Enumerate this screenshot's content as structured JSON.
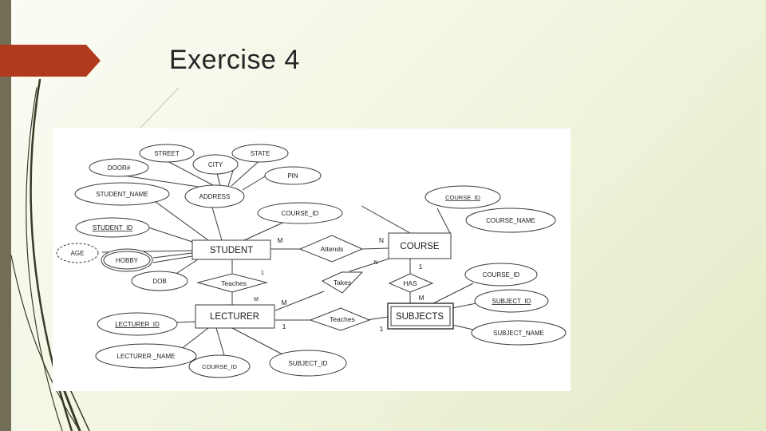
{
  "slide": {
    "title": "Exercise 4",
    "colors": {
      "sidebar": "#726e55",
      "arrow": "#b03a1e",
      "background": "#eef3dc"
    }
  },
  "diagram": {
    "entities": {
      "student": "STUDENT",
      "course": "COURSE",
      "lecturer": "LECTURER",
      "subjects": "SUBJECTS"
    },
    "relationships": {
      "attends": "Attends",
      "teaches_student": "Teaches",
      "takes": "Takes",
      "has": "HAS",
      "teaches_subjects": "Teaches"
    },
    "attributes": {
      "street": "STREET",
      "state": "STATE",
      "door": "DOOR#",
      "city": "CITY",
      "pin": "PIN",
      "student_name": "STUDENT_NAME",
      "address": "ADDRESS",
      "course_id_student": "COURSE_ID",
      "student_id": "STUDENT_ID",
      "age": "AGE",
      "hobby": "HOBBY",
      "dob": "DOB",
      "course_id_course": "COURSE_ID",
      "course_name": "COURSE_NAME",
      "course_id_subjects": "COURSE_ID",
      "subject_id_subjects": "SUBJECT_ID",
      "subject_name": "SUBJECT_NAME",
      "lecturer_id": "LECTURER_ID",
      "lecturer_name": "LECTURER _NAME",
      "course_id_lecturer": "COURSE_ID",
      "subject_id_lecturer": "SUBJECT_ID"
    },
    "cardinalities": {
      "attends_student": "M",
      "attends_course": "N",
      "takes_course": "N",
      "teaches_student_side": "1",
      "teaches_lecturer_side": "M",
      "takes_lecturer": "M",
      "has_course": "1",
      "has_subjects": "M",
      "teaches_lecturer": "1",
      "teaches_subjects": "1"
    }
  }
}
